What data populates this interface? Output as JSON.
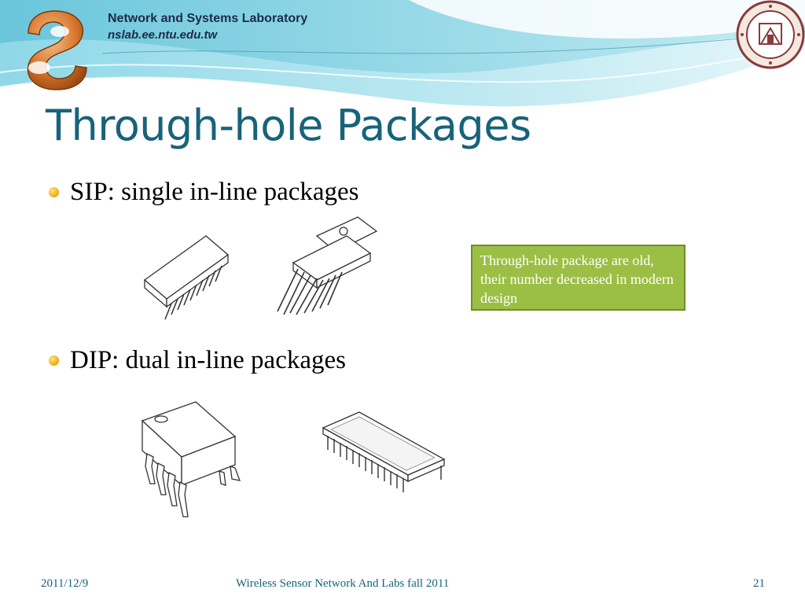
{
  "header": {
    "lab_name": "Network and Systems Laboratory",
    "lab_url": "nslab.ee.ntu.edu.tw",
    "colors": {
      "wave_light": "#c9eef5",
      "wave_mid": "#8fd8e8",
      "wave_dark": "#4cb7d0",
      "text": "#1c2a4a"
    }
  },
  "slide": {
    "title": "Through-hole Packages",
    "title_color": "#17637a",
    "bullets": [
      {
        "label": "SIP: single in-line packages"
      },
      {
        "label": "DIP: dual in-line packages"
      }
    ],
    "bullet_color": "#f2b21a",
    "note": {
      "text": "Through-hole package are old, their number decreased in modern design",
      "bg": "#9bbf45",
      "border": "#6c8f2a"
    }
  },
  "footer": {
    "date": "2011/12/9",
    "course": "Wireless Sensor Network And Labs fall 2011",
    "page": "21",
    "color": "#17637a"
  }
}
